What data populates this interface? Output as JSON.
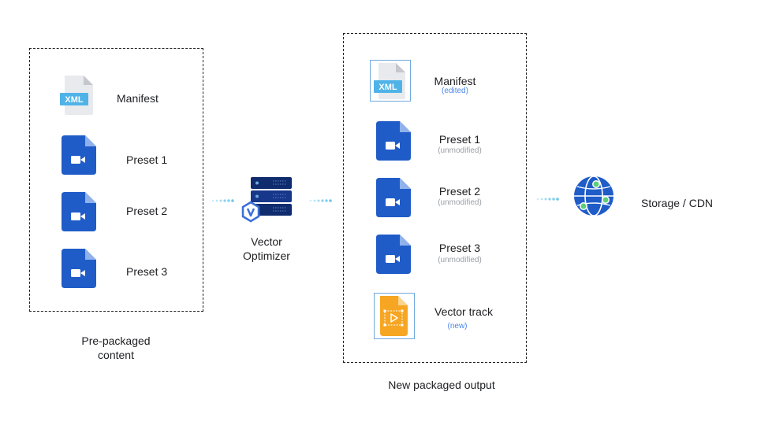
{
  "input_group": {
    "caption_line1": "Pre-packaged",
    "caption_line2": "content",
    "manifest": {
      "badge": "XML",
      "label": "Manifest"
    },
    "presets": [
      {
        "label": "Preset 1"
      },
      {
        "label": "Preset 2"
      },
      {
        "label": "Preset 3"
      }
    ]
  },
  "optimizer": {
    "label_line1": "Vector",
    "label_line2": "Optimizer"
  },
  "output_group": {
    "caption": "New packaged output",
    "manifest": {
      "badge": "XML",
      "label": "Manifest",
      "status": "(edited)"
    },
    "presets": [
      {
        "label": "Preset 1",
        "status": "(unmodified)"
      },
      {
        "label": "Preset 2",
        "status": "(unmodified)"
      },
      {
        "label": "Preset 3",
        "status": "(unmodified)"
      }
    ],
    "vector_track": {
      "label": "Vector track",
      "status": "(new)"
    }
  },
  "destination": {
    "label": "Storage / CDN"
  },
  "colors": {
    "file_blue": "#1f5cc8",
    "file_blue_fold": "#8fb1ec",
    "xml_badge": "#4fb3e8",
    "track_orange": "#f6a623",
    "server_navy": "#0f2c6e",
    "connector_dots": "#7fd0ee",
    "status_gray": "#9aa0a6",
    "status_blue": "#4a86e8"
  },
  "icons": {
    "manifest": "xml-file-icon",
    "preset": "video-file-icon",
    "optimizer": "server-stack-icon",
    "vector_track": "vector-track-file-icon",
    "destination": "globe-network-icon"
  }
}
